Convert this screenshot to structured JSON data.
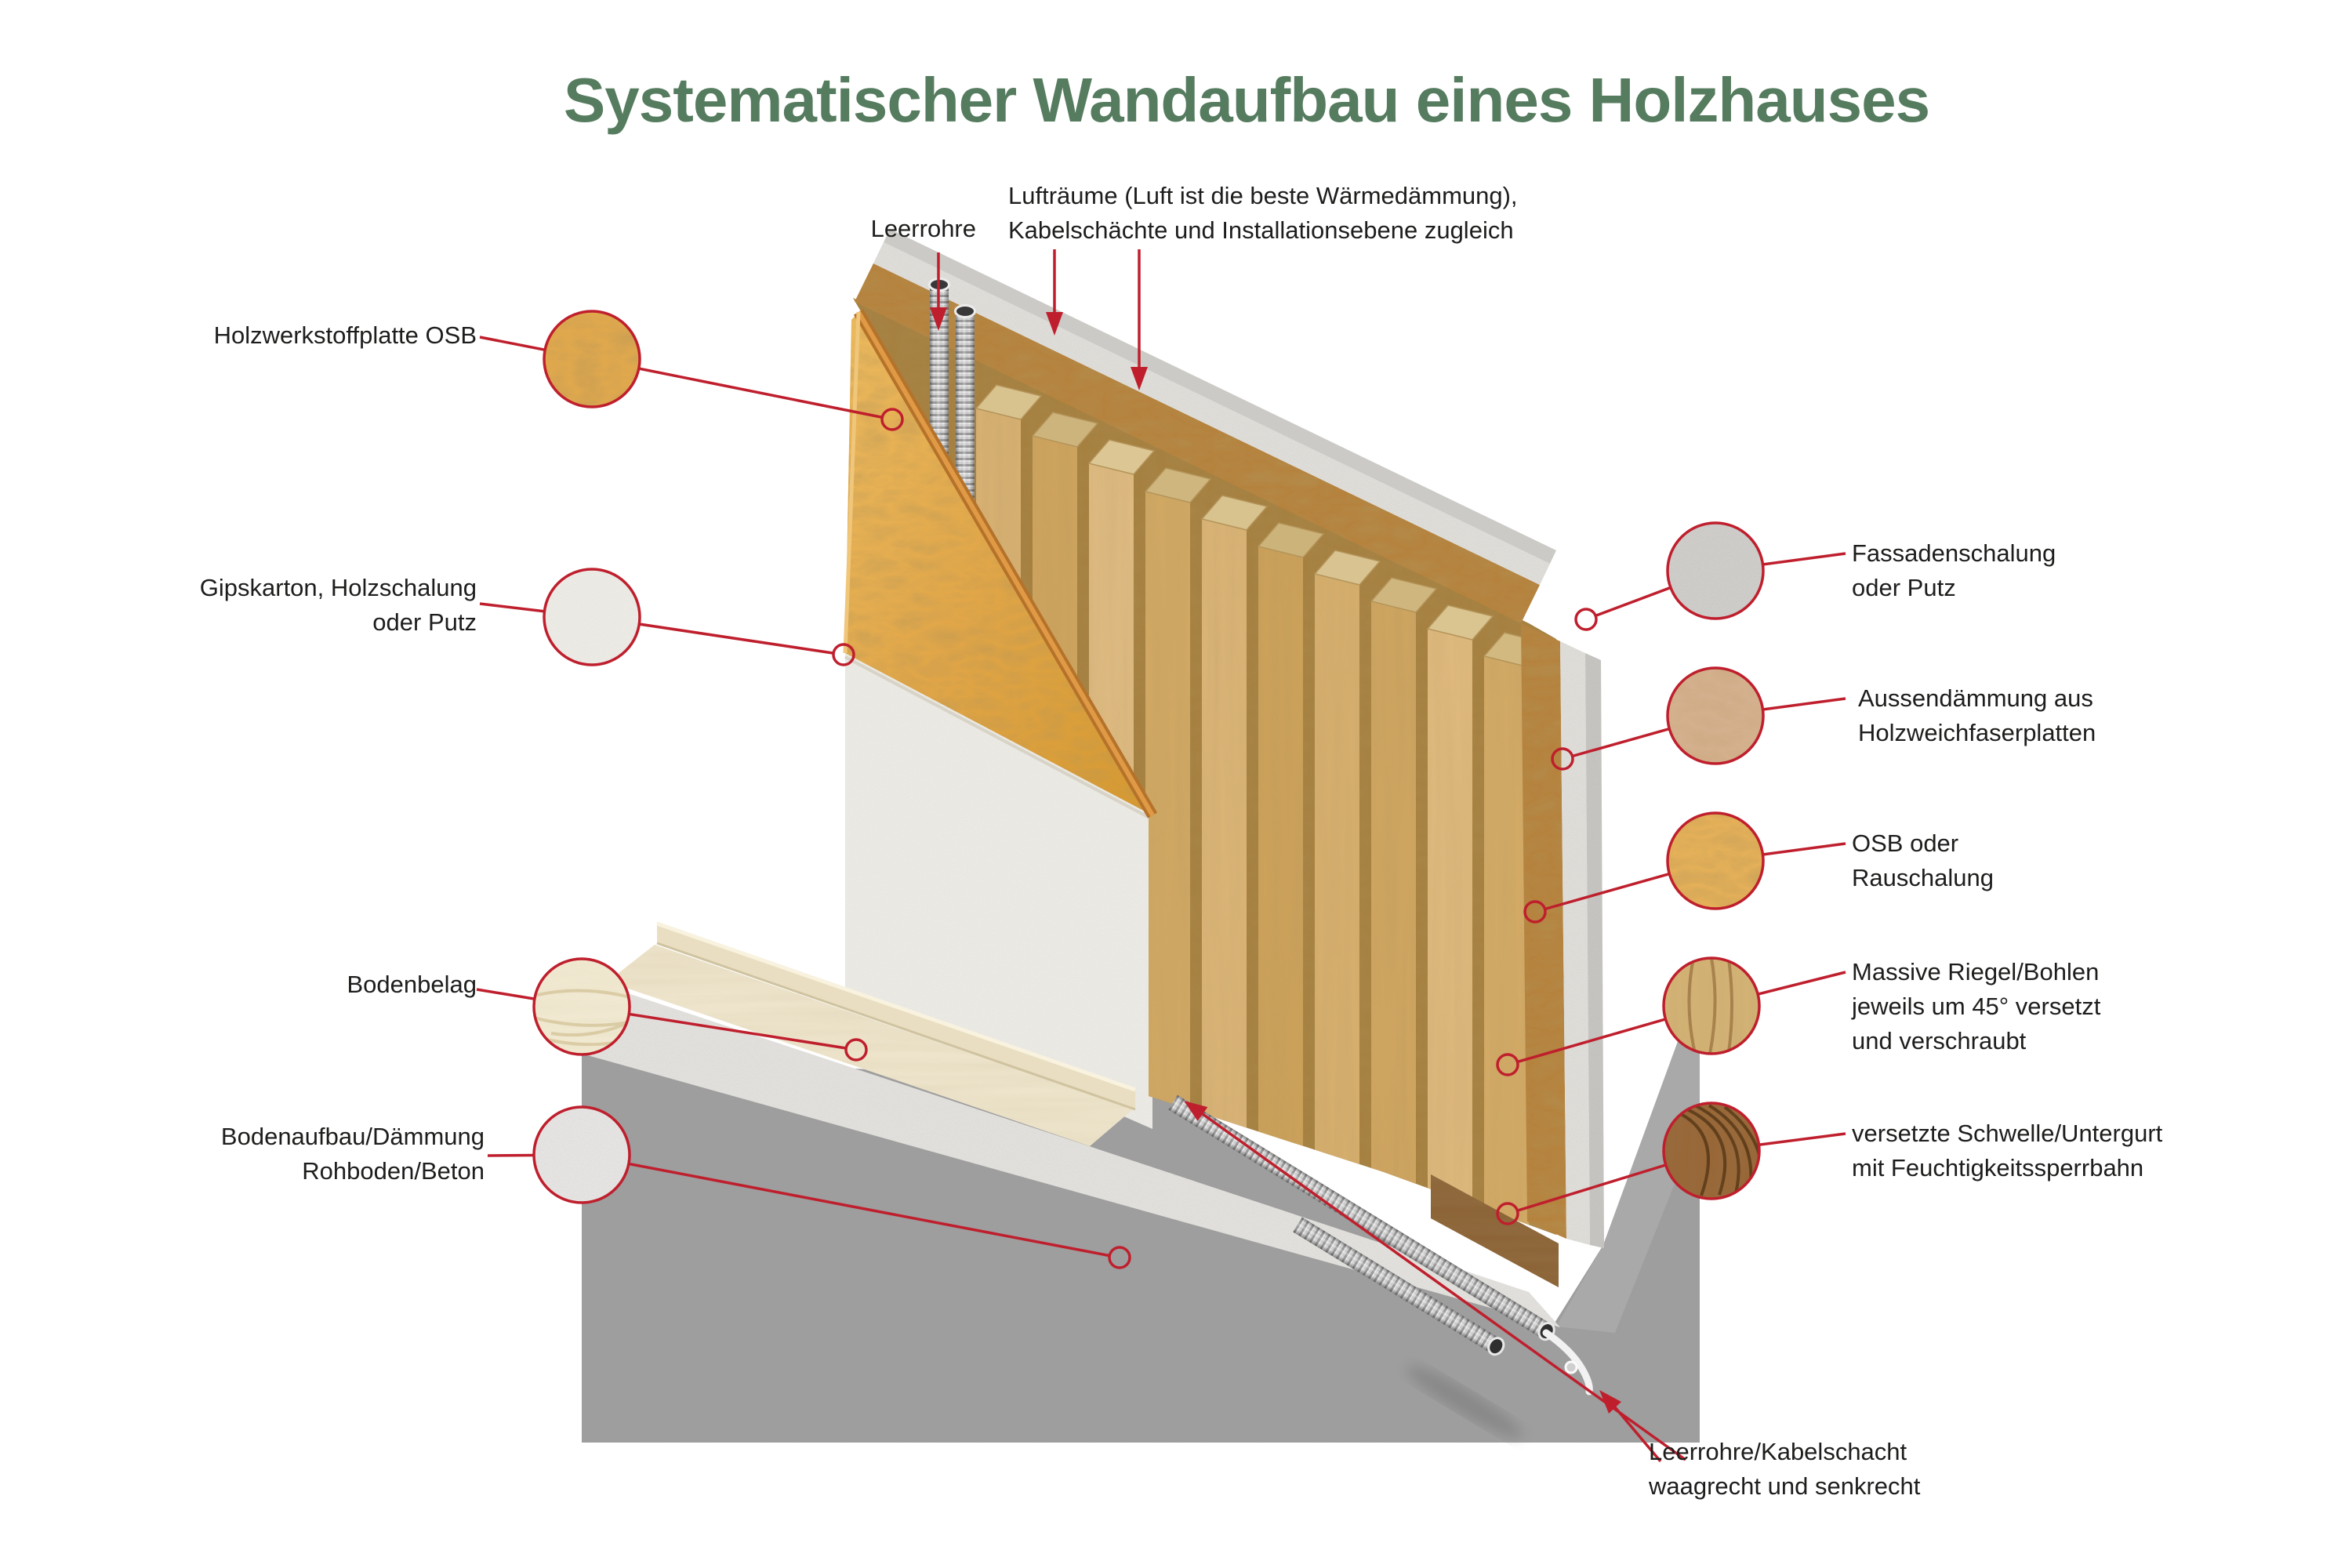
{
  "title": {
    "text": "Systematischer Wandaufbau eines Holzhauses",
    "color": "#567c5f"
  },
  "callout": {
    "line_color": "#bf1f2d"
  },
  "labels": {
    "top_leerrohre": "Leerrohre",
    "top_luftraeume": {
      "lines": [
        "Lufträume (Luft ist die beste Wärmedämmung),",
        "Kabelschächte und Installationsebene zugleich"
      ]
    },
    "left": [
      {
        "id": "holzwerkstoffplatte-osb",
        "material": "osb",
        "lines": [
          "Holzwerkstoffplatte OSB"
        ]
      },
      {
        "id": "gipskarton",
        "material": "plaster",
        "lines": [
          "Gipskarton, Holzschalung",
          "oder Putz"
        ]
      },
      {
        "id": "bodenbelag",
        "material": "floor-wood",
        "lines": [
          "Bodenbelag"
        ]
      },
      {
        "id": "bodenaufbau",
        "material": "eps-insulation",
        "lines": [
          "Bodenaufbau/Dämmung",
          "Rohboden/Beton"
        ]
      }
    ],
    "right": [
      {
        "id": "fassadenschalung",
        "material": "render",
        "lines": [
          "Fassadenschalung",
          "oder Putz"
        ]
      },
      {
        "id": "aussendaemmung",
        "material": "wood-fibre",
        "lines": [
          "Aussendämmung aus",
          "Holzweichfaserplatten"
        ]
      },
      {
        "id": "osb-rauschalung",
        "material": "osb",
        "lines": [
          "OSB oder",
          "Rauschalung"
        ]
      },
      {
        "id": "massive-riegel",
        "material": "pine",
        "lines": [
          "Massive Riegel/Bohlen",
          "jeweils um 45° versetzt",
          "und verschraubt"
        ]
      },
      {
        "id": "schwelle",
        "material": "dark-wood",
        "lines": [
          "versetzte Schwelle/Untergurt",
          "mit Feuchtigkeitssperrbahn"
        ]
      }
    ],
    "bottom_leerrohre": {
      "lines": [
        "Leerrohre/Kabelschacht",
        "waagrecht und senkrecht"
      ]
    }
  },
  "materials": {
    "osb": "#e2a94d",
    "plaster": "#f2f0ea",
    "floor_wood": "#f3ebd4",
    "eps_insulation": "#f0efed",
    "render": "#d7d6d2",
    "wood_fibre": "#dcb28a",
    "pine": "#d8b677",
    "dark_wood": "#976637",
    "concrete": "#9d9d9d",
    "plank_oak": "#d6ad6b"
  }
}
